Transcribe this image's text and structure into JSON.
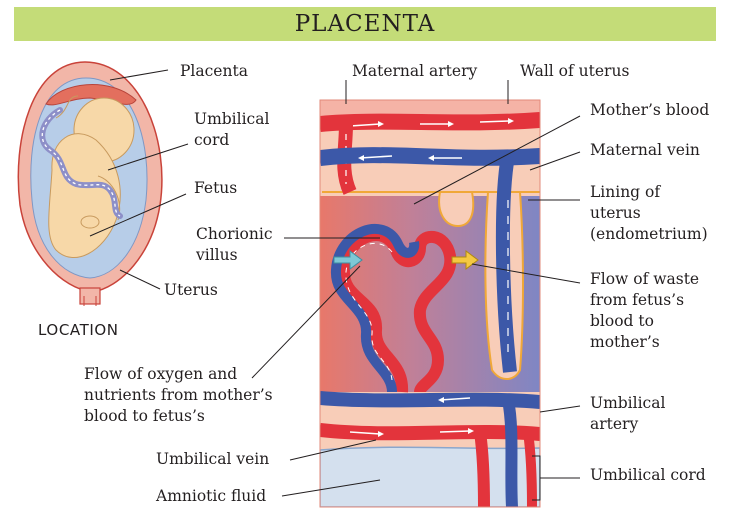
{
  "title": "PLACENTA",
  "location_caption": "LOCATION",
  "labels": {
    "placenta": "Placenta",
    "umbilical_cord_top": "Umbilical\ncord",
    "fetus": "Fetus",
    "chorionic_villus": "Chorionic\nvillus",
    "uterus": "Uterus",
    "maternal_artery": "Maternal artery",
    "wall_of_uterus": "Wall of uterus",
    "mothers_blood": "Mother’s blood",
    "maternal_vein": "Maternal vein",
    "lining_of_uterus": "Lining of\nuterus\n(endometrium)",
    "flow_of_waste": "Flow of waste\nfrom fetus’s\nblood to\nmother’s",
    "flow_of_oxygen": "Flow of oxygen and\nnutrients from mother’s\nblood to fetus’s",
    "umbilical_artery": "Umbilical\nartery",
    "umbilical_vein": "Umbilical vein",
    "umbilical_cord_bottom": "Umbilical cord",
    "amniotic_fluid": "Amniotic fluid"
  },
  "colors": {
    "title_bar": "#c4dc78",
    "artery_red": "#e3343c",
    "vein_blue": "#3c58a8",
    "mothers_blood": "#e88270",
    "lining": "#f8cdb8",
    "amniotic": "#d4e0ee",
    "oxygen_arrow": "#7ec9d6",
    "waste_arrow": "#f4c842"
  }
}
